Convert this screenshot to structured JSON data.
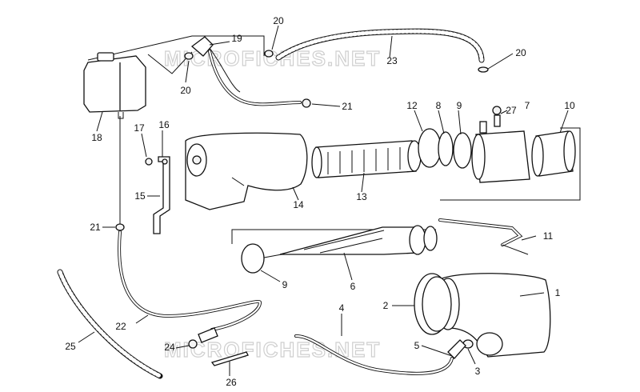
{
  "watermark": "MICROFICHES.NET",
  "colors": {
    "ink": "#111111",
    "watermark": "#cfcfcf",
    "background": "#ffffff"
  },
  "callouts": {
    "n1": "1",
    "n2": "2",
    "n3": "3",
    "n4": "4",
    "n5": "5",
    "n6": "6",
    "n7": "7",
    "n8": "8",
    "n9a": "9",
    "n9b": "9",
    "n10": "10",
    "n11": "11",
    "n12": "12",
    "n13": "13",
    "n14": "14",
    "n15": "15",
    "n16": "16",
    "n17": "17",
    "n18": "18",
    "n19": "19",
    "n20a": "20",
    "n20b": "20",
    "n20c": "20",
    "n21a": "21",
    "n21b": "21",
    "n22": "22",
    "n23": "23",
    "n24": "24",
    "n25": "25",
    "n26": "26",
    "n27": "27"
  }
}
